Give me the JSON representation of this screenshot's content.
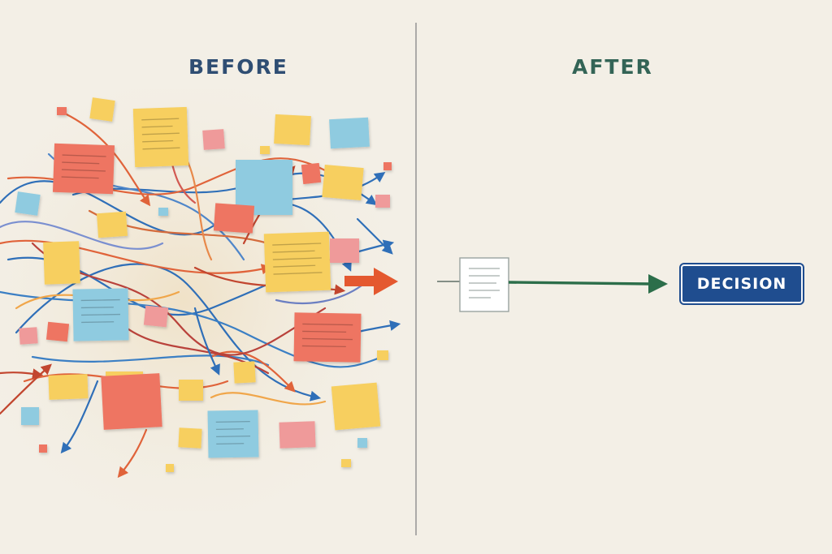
{
  "labels": {
    "before": "BEFORE",
    "after": "AFTER",
    "decision": "DECISION"
  },
  "colors": {
    "background": "#f3efe6",
    "before_heading": "#2f4e73",
    "after_heading": "#336456",
    "sticky_yellow": "#f7cf5e",
    "sticky_red": "#ee7462",
    "sticky_blue": "#8fcbe0",
    "sticky_pink": "#ef9a9a",
    "arrow_orange": "#e4582f",
    "arrow_green": "#2c6e4a",
    "decision_fill": "#1f4d8f"
  },
  "icons": {
    "chaos": "tangled-arrows-and-sticky-notes",
    "document": "document-icon",
    "flow": "straight-arrow-icon"
  }
}
